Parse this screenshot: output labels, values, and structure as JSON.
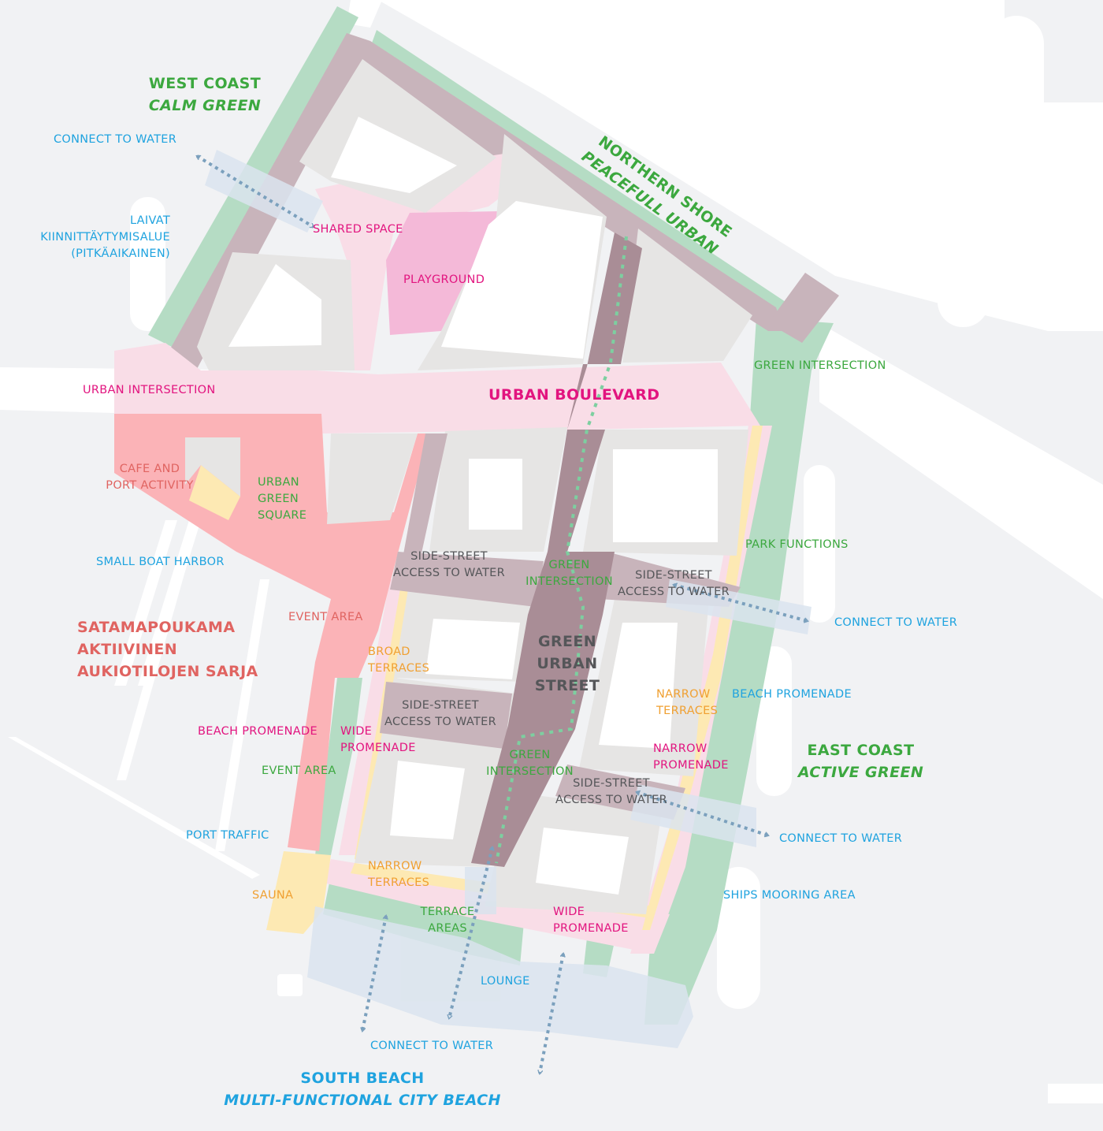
{
  "colors": {
    "background": "#f1f2f4",
    "land_white": "#ffffff",
    "block_grey": "#e6e5e4",
    "coast_green": "#b5dcc4",
    "shore_mauve": "#c8b4bb",
    "green_street": "#a98d96",
    "urban_pink": "#f9dde7",
    "playground_pink": "#f4b9d8",
    "event_red": "#fbb3b7",
    "terrace_yellow": "#fde9b3",
    "water_blue": "#dae4ee",
    "arrow_blue": "#7ba0bd",
    "path_green": "#7dcfa0",
    "label_blue": "#1fa3df",
    "label_magenta": "#e2147f",
    "label_green": "#3ca83f",
    "label_salmon": "#e06461",
    "label_orange": "#f0a032",
    "label_dark": "#555659"
  },
  "titles": {
    "west_coast_1": "WEST COAST",
    "west_coast_2": "CALM GREEN",
    "northern_shore_1": "NORTHERN SHORE",
    "northern_shore_2": "PEACEFULL URBAN",
    "east_coast_1": "EAST COAST",
    "east_coast_2": "ACTIVE GREEN",
    "south_beach_1": "SOUTH BEACH",
    "south_beach_2": "MULTI-FUNCTIONAL CITY BEACH",
    "satamapoukama_1": "SATAMAPOUKAMA",
    "satamapoukama_2": "AKTIIVINEN",
    "satamapoukama_3": "AUKIOTILOJEN SARJA",
    "urban_boulevard": "URBAN BOULEVARD",
    "green_urban_street_1": "GREEN",
    "green_urban_street_2": "URBAN",
    "green_urban_street_3": "STREET"
  },
  "labels": {
    "connect_water_nw": "CONNECT TO WATER",
    "laivat_1": "LAIVAT",
    "laivat_2": "KIINNITTÄYTYMISALUE",
    "laivat_3": "(PITKÄAIKAINEN)",
    "shared_space": "SHARED SPACE",
    "playground": "PLAYGROUND",
    "urban_intersection": "URBAN INTERSECTION",
    "green_intersection_ne": "GREEN INTERSECTION",
    "cafe_1": "CAFE AND",
    "cafe_2": "PORT ACTIVITY",
    "urban_green_square_1": "URBAN",
    "urban_green_square_2": "GREEN",
    "urban_green_square_3": "SQUARE",
    "small_boat_harbor": "SMALL BOAT HARBOR",
    "park_functions": "PARK FUNCTIONS",
    "side_street_1a": "SIDE-STREET",
    "side_street_1b": "ACCESS TO WATER",
    "green_intersection_1a": "GREEN",
    "green_intersection_1b": "INTERSECTION",
    "side_street_2a": "SIDE-STREET",
    "side_street_2b": "ACCESS TO WATER",
    "connect_water_e": "CONNECT TO WATER",
    "event_area_1": "EVENT AREA",
    "broad_terraces_1": "BROAD",
    "broad_terraces_2": "TERRACES",
    "narrow_terraces_e1": "NARROW",
    "narrow_terraces_e2": "TERRACES",
    "beach_promenade_e": "BEACH PROMENADE",
    "side_street_3a": "SIDE-STREET",
    "side_street_3b": "ACCESS TO WATER",
    "beach_promenade_w": "BEACH PROMENADE",
    "wide_promenade_w1": "WIDE",
    "wide_promenade_w2": "PROMENADE",
    "narrow_promenade_1": "NARROW",
    "narrow_promenade_2": "PROMENADE",
    "event_area_2": "EVENT AREA",
    "green_intersection_2a": "GREEN",
    "green_intersection_2b": "INTERSECTION",
    "side_street_4a": "SIDE-STREET",
    "side_street_4b": "ACCESS TO WATER",
    "port_traffic": "PORT TRAFFIC",
    "connect_water_se": "CONNECT TO WATER",
    "narrow_terraces_s1": "NARROW",
    "narrow_terraces_s2": "TERRACES",
    "sauna": "SAUNA",
    "ships_mooring_area": "SHIPS MOORING AREA",
    "terrace_areas_1": "TERRACE",
    "terrace_areas_2": "AREAS",
    "wide_promenade_s1": "WIDE",
    "wide_promenade_s2": "PROMENADE",
    "lounge": "LOUNGE",
    "connect_water_s": "CONNECT TO WATER"
  }
}
